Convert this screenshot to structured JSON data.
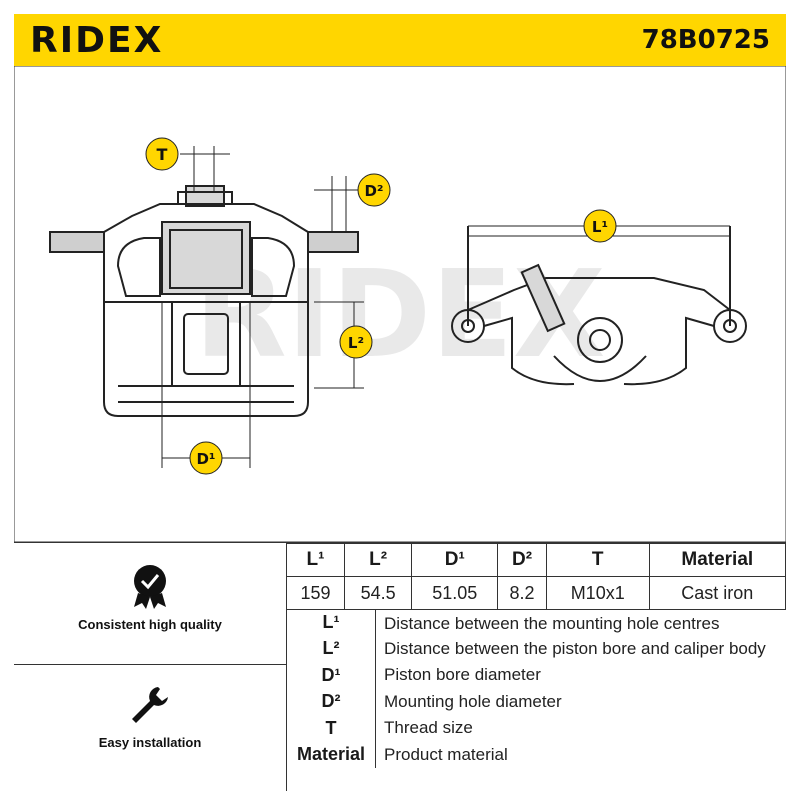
{
  "header": {
    "brand": "RIDEX",
    "part_number": "78B0725"
  },
  "dimension_markers": [
    "T",
    "D²",
    "L²",
    "D¹",
    "L¹"
  ],
  "colors": {
    "accent": "#ffd600",
    "ink": "#1a1a1a"
  },
  "features": [
    {
      "icon": "badge-check-icon",
      "label": "Consistent high quality"
    },
    {
      "icon": "wrench-icon",
      "label": "Easy installation"
    }
  ],
  "specs": {
    "headers": [
      "L¹",
      "L²",
      "D¹",
      "D²",
      "T",
      "Material"
    ],
    "values": [
      "159",
      "54.5",
      "51.05",
      "8.2",
      "M10x1",
      "Cast iron"
    ]
  },
  "legend": [
    {
      "key": "L¹",
      "desc": "Distance between the mounting hole centres"
    },
    {
      "key": "L²",
      "desc": "Distance between the piston bore and caliper body"
    },
    {
      "key": "D¹",
      "desc": "Piston bore diameter"
    },
    {
      "key": "D²",
      "desc": "Mounting hole diameter"
    },
    {
      "key": "T",
      "desc": "Thread size"
    },
    {
      "key": "Material",
      "desc": "Product material"
    }
  ]
}
